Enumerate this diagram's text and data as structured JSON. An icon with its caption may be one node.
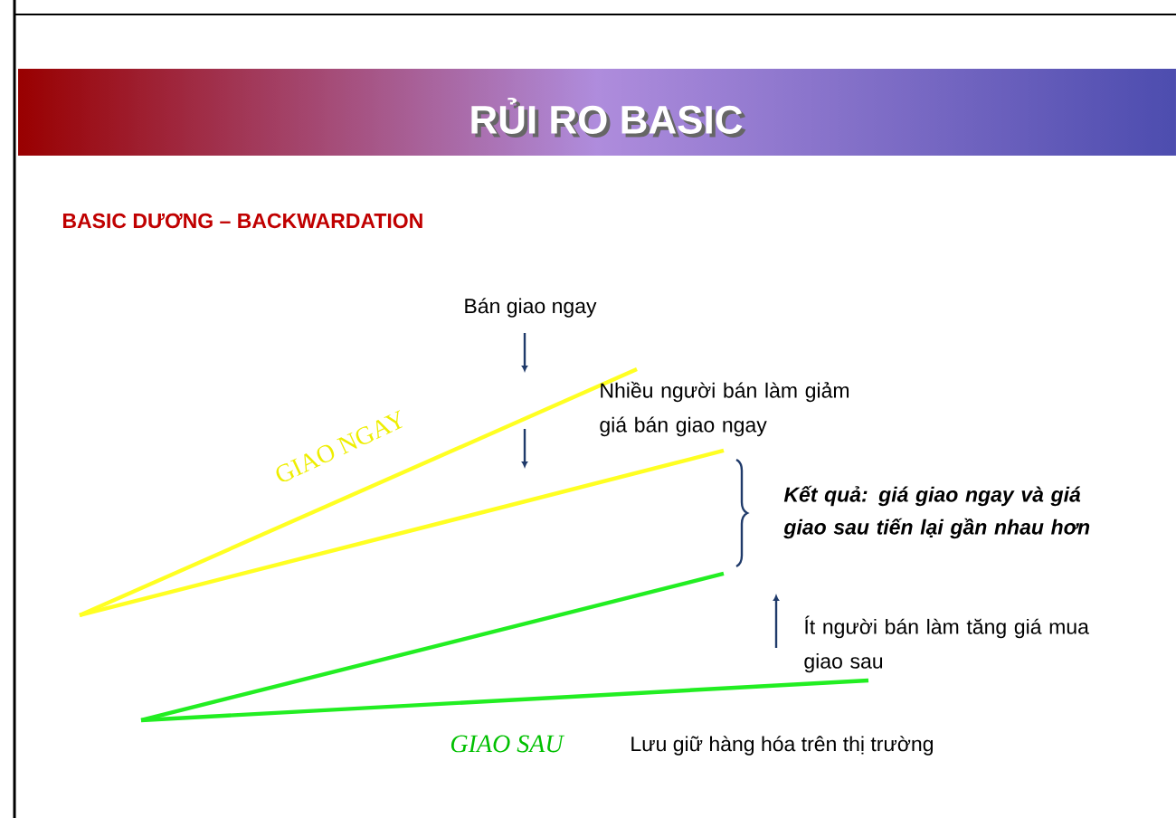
{
  "diagram": {
    "title": "RỦI RO BASIC",
    "labels": [
      "BASIC DƯƠNG – BACKWARDATION",
      "Bán giao ngay",
      "Nhiều người bán làm giảm giá bán giao ngay",
      "GIAO NGAY",
      "Kết quả: giá giao ngay và giá giao sau tiến lại gần nhau hơn",
      "Ít người bán làm tăng giá mua giao sau",
      "GIAO SAU",
      "Lưu giữ hàng hóa trên thị trường"
    ]
  }
}
